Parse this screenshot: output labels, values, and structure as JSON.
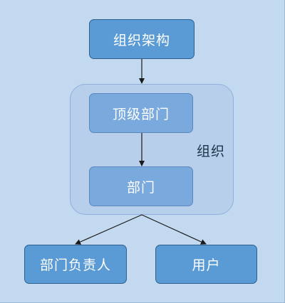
{
  "diagram": {
    "group_label": "组织",
    "nodes": {
      "org_structure": "组织架构",
      "top_department": "顶级部门",
      "department": "部门",
      "department_head": "部门负责人",
      "user": "用户"
    },
    "colors": {
      "background": "#c2d9ef",
      "group_fill": "#b7cfeb",
      "group_border": "#8fb0db",
      "node_dark_fill": "#5b9bd5",
      "node_light_fill": "#79a9dd",
      "connector": "#1a1a1a"
    }
  }
}
